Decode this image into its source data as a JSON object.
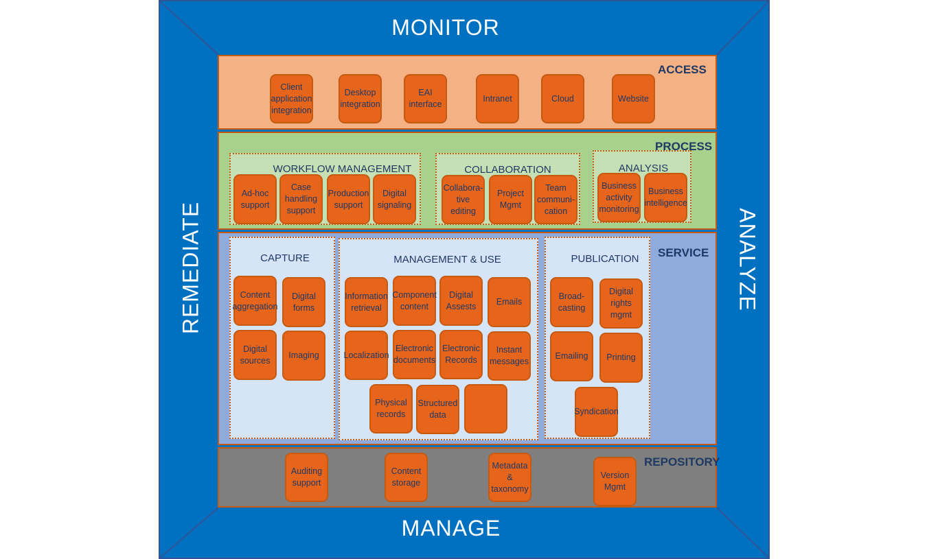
{
  "frame": {
    "top": "MONITOR",
    "bottom": "MANAGE",
    "left": "REMEDIATE",
    "right": "ANALYZE",
    "color": "#0070c0"
  },
  "access": {
    "title": "ACCESS",
    "items": [
      "Client\napplication\nintegration",
      "Desktop\nintegration",
      "EAI\ninterface",
      "Intranet",
      "Cloud",
      "Website"
    ]
  },
  "process": {
    "title": "PROCESS",
    "workflow": {
      "title": "WORKFLOW MANAGEMENT",
      "items": [
        "Ad-hoc\nsupport",
        "Case\nhandling\nsupport",
        "Production\nsupport",
        "Digital\nsignaling"
      ]
    },
    "collaboration": {
      "title": "COLLABORATION",
      "items": [
        "Collabora-\ntive editing",
        "Project\nMgmt",
        "Team\ncommuni-\ncation"
      ]
    },
    "analysis": {
      "title": "ANALYSIS",
      "items": [
        "Business\nactivity\nmonitoring",
        "Business\nintelligence"
      ]
    }
  },
  "service": {
    "title": "SERVICE",
    "capture": {
      "title": "CAPTURE",
      "items": [
        "Content\naggregation",
        "Digital\nforms",
        "Digital\nsources",
        "Imaging"
      ]
    },
    "management": {
      "title": "MANAGEMENT & USE",
      "items": [
        "Information\nretrieval",
        "Component\ncontent",
        "Digital\nAssests",
        "Emails",
        "Localization",
        "Electronic\ndocuments",
        "Electronic\nRecords",
        "Instant\nmessages",
        "Physical\nrecords",
        "Structured\ndata",
        ""
      ]
    },
    "publication": {
      "title": "PUBLICATION",
      "items": [
        "Broad-\ncasting",
        "Digital\nrights\nmgmt",
        "Emailing",
        "Printing",
        "Syndication"
      ]
    }
  },
  "repository": {
    "title": "REPOSITORY",
    "items": [
      "Auditing\nsupport",
      "Content\nstorage",
      "Metadata &\ntaxonomy",
      "Version\nMgmt"
    ]
  }
}
